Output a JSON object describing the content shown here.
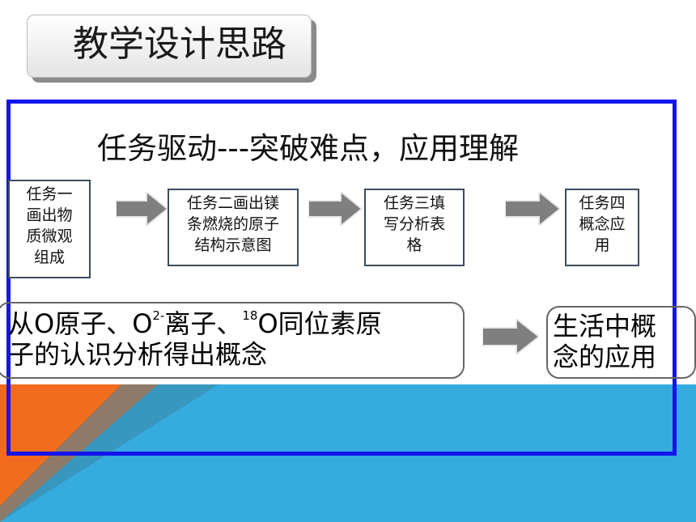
{
  "title": "教学设计思路",
  "headline": "任务驱动---突破难点，应用理解",
  "tasks": [
    {
      "line1": "任务一",
      "line2": "画出物",
      "line3": "质微观",
      "line4": "组成"
    },
    {
      "line1": "任务二画出镁",
      "line2": "条燃烧的原子",
      "line3": "结构示意图"
    },
    {
      "line1": "任务三填",
      "line2": "写分析表",
      "line3": "格"
    },
    {
      "line1": "任务四",
      "line2": "概念应",
      "line3": "用"
    }
  ],
  "concept_box": {
    "part1": "从O原子、O",
    "sup1": "2-",
    "part2": "离子、",
    "sup2": "18",
    "part3": "O同位素原",
    "line2": "子的认识分析得出概念"
  },
  "application_box": {
    "line1": "生活中概",
    "line2": "念的应用"
  },
  "colors": {
    "frame": "#1414ee",
    "band_blue": "#35ABDE",
    "band_orange": "#F26A1E",
    "task_border": "#3b4d5e",
    "arrow": "#7f7f7f"
  }
}
